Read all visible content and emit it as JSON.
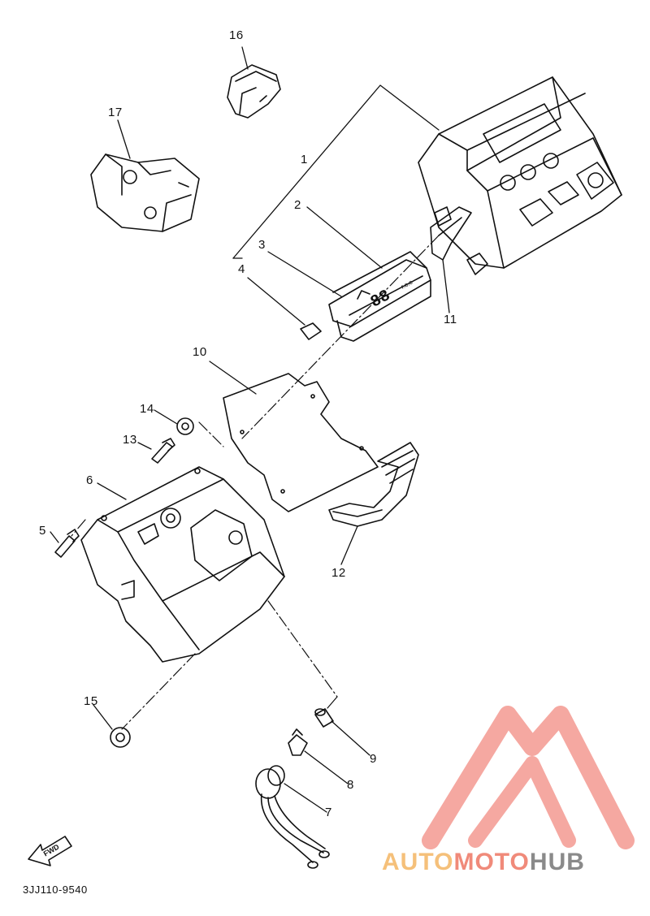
{
  "part_numbers": {
    "p1": "1",
    "p2": "2",
    "p3": "3",
    "p4": "4",
    "p5": "5",
    "p6": "6",
    "p7": "7",
    "p8": "8",
    "p9": "9",
    "p10": "10",
    "p11": "11",
    "p12": "12",
    "p13": "13",
    "p14": "14",
    "p15": "15",
    "p16": "16",
    "p17": "17"
  },
  "display_text": "88",
  "display_unit": "r.c.c",
  "fwd_label": "FWD",
  "drawing_code": "3JJ110-9540",
  "watermark": {
    "auto": "AUTO",
    "moto": "MOTO",
    "hub": "HUB"
  },
  "colors": {
    "line": "#111111",
    "watermark_triangle": "#f28b82",
    "watermark_auto": "#f5c07a",
    "watermark_hub": "#8a8a8a"
  }
}
